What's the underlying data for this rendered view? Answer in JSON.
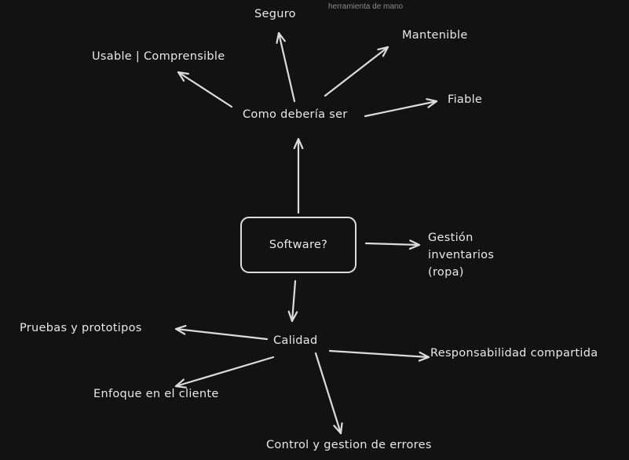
{
  "watermark": "herramienta de mano",
  "center": {
    "label": "Software?"
  },
  "upper": {
    "hub": "Como debería ser",
    "items": {
      "seguro": "Seguro",
      "usable": "Usable | Comprensible",
      "mantenible": "Mantenible",
      "fiable": "Fiable"
    }
  },
  "right": {
    "lines": [
      "Gestión",
      "inventarios",
      "(ropa)"
    ]
  },
  "lower": {
    "hub": "Calidad",
    "items": {
      "pruebas": "Pruebas y prototipos",
      "enfoque": "Enfoque en el cliente",
      "responsabilidad": "Responsabilidad compartida",
      "control": "Control y gestion de errores"
    }
  },
  "colors": {
    "background": "#121212",
    "stroke": "#dcdcdc",
    "text": "#e8e8e8",
    "watermark": "#8a8a8a"
  }
}
